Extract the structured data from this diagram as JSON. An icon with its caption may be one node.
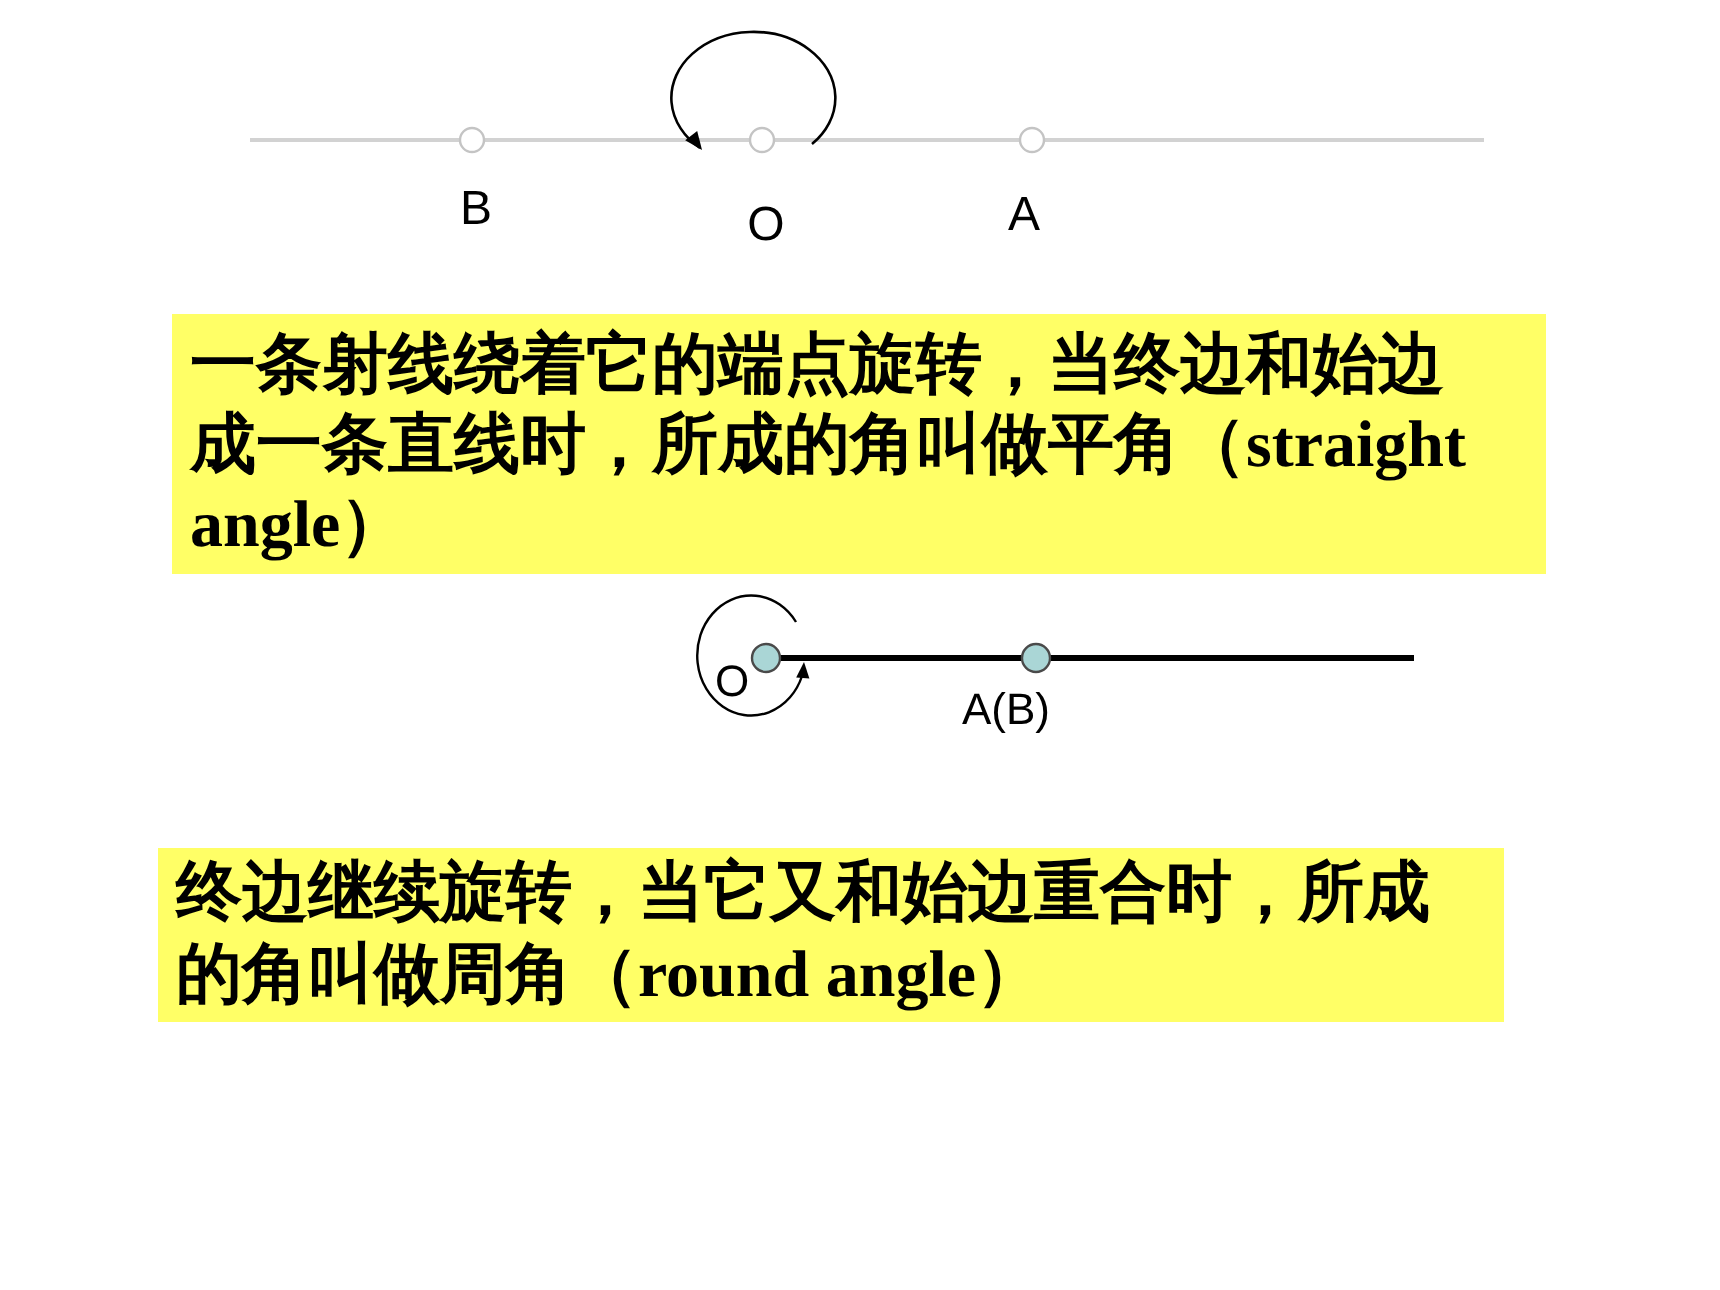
{
  "diagram": {
    "nodes": [
      {
        "text": [
          "一条射线绕着它的端点旋转，当终边和始边成一条直线时，所成的角叫做平角（straight angle）"
        ]
      },
      {
        "text": [
          "终边继续旋转，当它又和始边重合时，所成的角叫做周角（round angle）"
        ]
      }
    ],
    "labels": [
      "B",
      "O",
      "A",
      "O",
      "A(B)"
    ]
  }
}
